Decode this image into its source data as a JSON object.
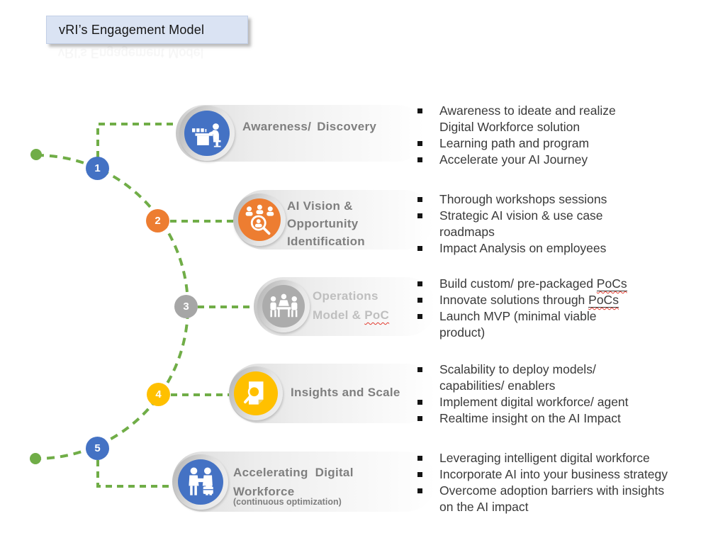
{
  "header": {
    "title": "vRI’s Engagement Model"
  },
  "palette": {
    "connector_green": "#70AD47",
    "step_blue": "#4472C4",
    "step_orange": "#ED7D31",
    "step_gray": "#A6A6A6",
    "step_gold": "#FFC000",
    "title_box_bg": "#DAE3F3",
    "pill_title_gray": "#7F7F7F",
    "muted_title_gray": "#BFBFBF",
    "body_text": "#3A3A3A",
    "spellcheck_red": "#E23A2E"
  },
  "steps": [
    {
      "number": "1",
      "accent": "#4472C4",
      "icon": "person-at-desk-icon",
      "title": "Awareness/ Discovery",
      "bullets": [
        "Awareness to ideate and realize\nDigital Workforce solution",
        "Learning path and program",
        "Accelerate your AI Journey"
      ]
    },
    {
      "number": "2",
      "accent": "#ED7D31",
      "icon": "team-opportunity-search-icon",
      "title": "AI Vision &\nOpportunity\nIdentification",
      "bullets": [
        "Thorough workshops sessions",
        "Strategic AI vision & use case\nroadmaps",
        "Impact Analysis on employees"
      ]
    },
    {
      "number": "3",
      "accent": "#A6A6A6",
      "icon": "meeting-icon",
      "title": "Operations\nModel & PoC",
      "bullets": [
        "Build custom/ pre-packaged PoCs",
        "Innovate solutions through PoCs",
        "Launch MVP (minimal viable\nproduct)"
      ]
    },
    {
      "number": "4",
      "accent": "#FFC000",
      "icon": "document-search-icon",
      "title": "Insights and Scale",
      "bullets": [
        "Scalability to deploy models/\ncapabilities/ enablers",
        "Implement digital workforce/ agent",
        "Realtime insight on the AI Impact"
      ]
    },
    {
      "number": "5",
      "accent": "#4472C4",
      "icon": "handshake-icon",
      "title": "Accelerating Digital\nWorkforce",
      "subtitle": "(continuous optimization)",
      "bullets": [
        "Leveraging intelligent digital workforce",
        "Incorporate AI into your business strategy",
        "Overcome adoption barriers with insights\non the AI impact"
      ]
    }
  ]
}
